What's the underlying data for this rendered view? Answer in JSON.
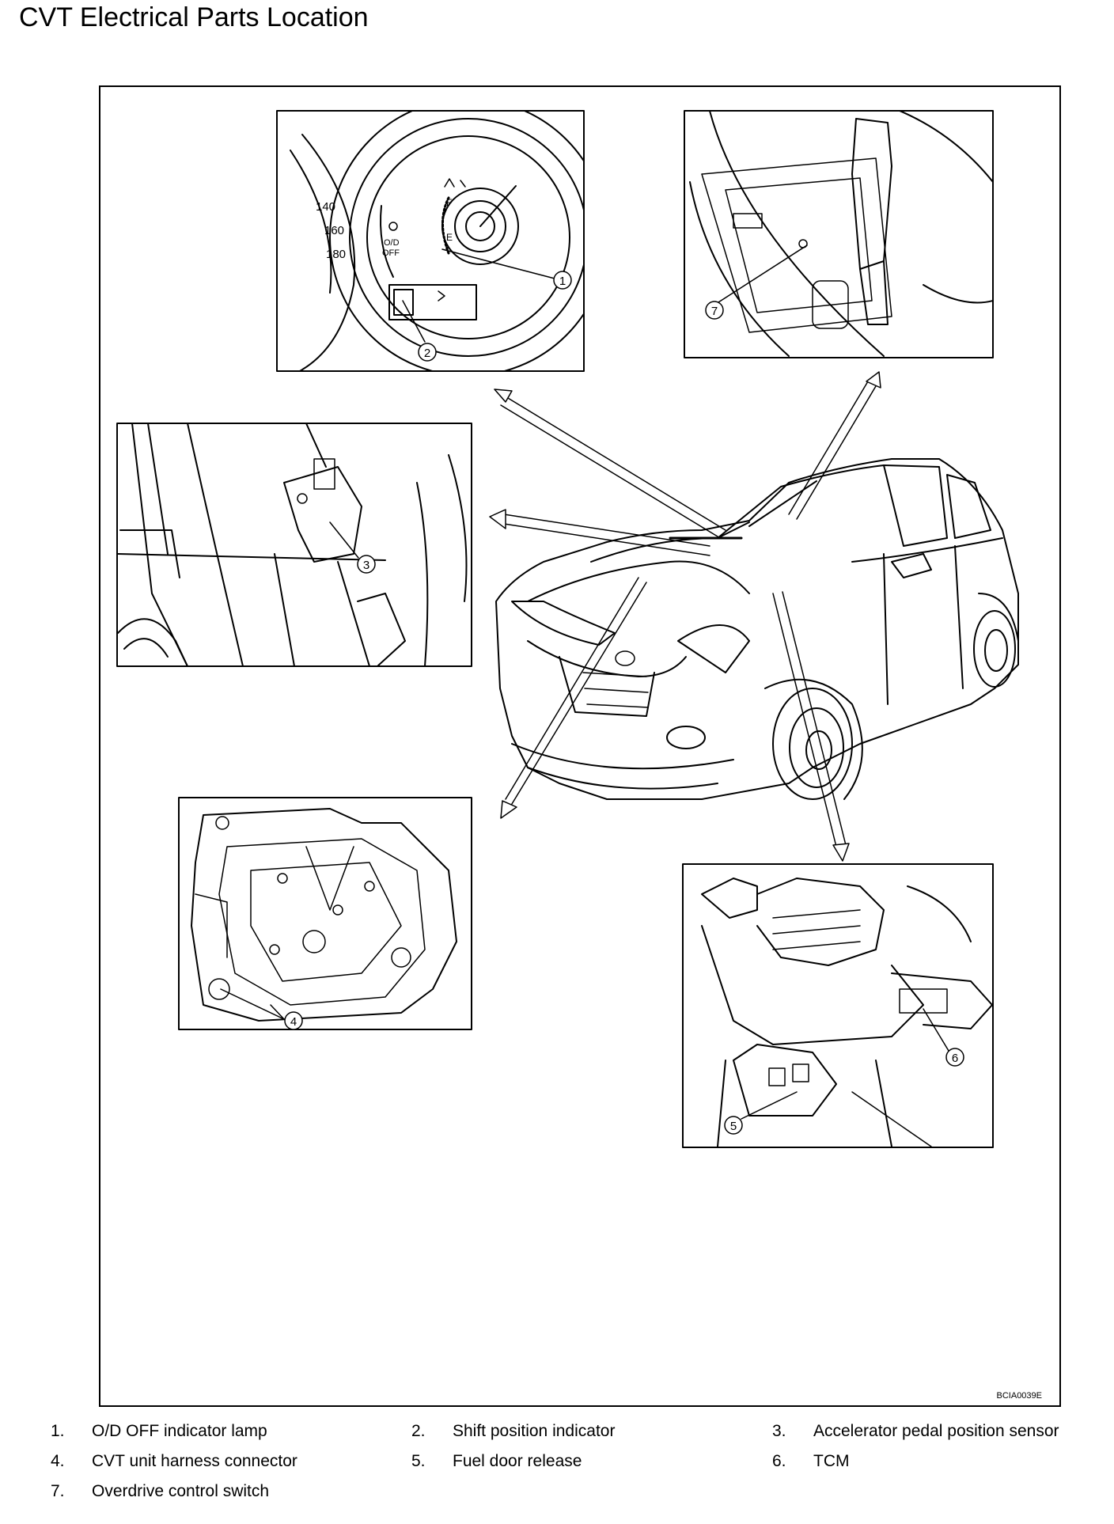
{
  "page": {
    "title": "CVT Electrical Parts Location"
  },
  "figure": {
    "code": "BCIA0039E",
    "callouts": [
      "1",
      "2",
      "3",
      "4",
      "5",
      "6",
      "7"
    ],
    "cluster": {
      "speeds": [
        "140",
        "160",
        "180"
      ],
      "od_line1": "O/D",
      "od_line2": "OFF",
      "fuel_full": "F",
      "fuel_empty": "E"
    }
  },
  "legend": {
    "items": [
      {
        "num": "1.",
        "label": "O/D OFF indicator lamp"
      },
      {
        "num": "2.",
        "label": "Shift position indicator"
      },
      {
        "num": "3.",
        "label": "Accelerator pedal position sensor"
      },
      {
        "num": "4.",
        "label": "CVT unit harness connector"
      },
      {
        "num": "5.",
        "label": "Fuel door release"
      },
      {
        "num": "6.",
        "label": "TCM"
      },
      {
        "num": "7.",
        "label": "Overdrive control switch"
      }
    ]
  }
}
